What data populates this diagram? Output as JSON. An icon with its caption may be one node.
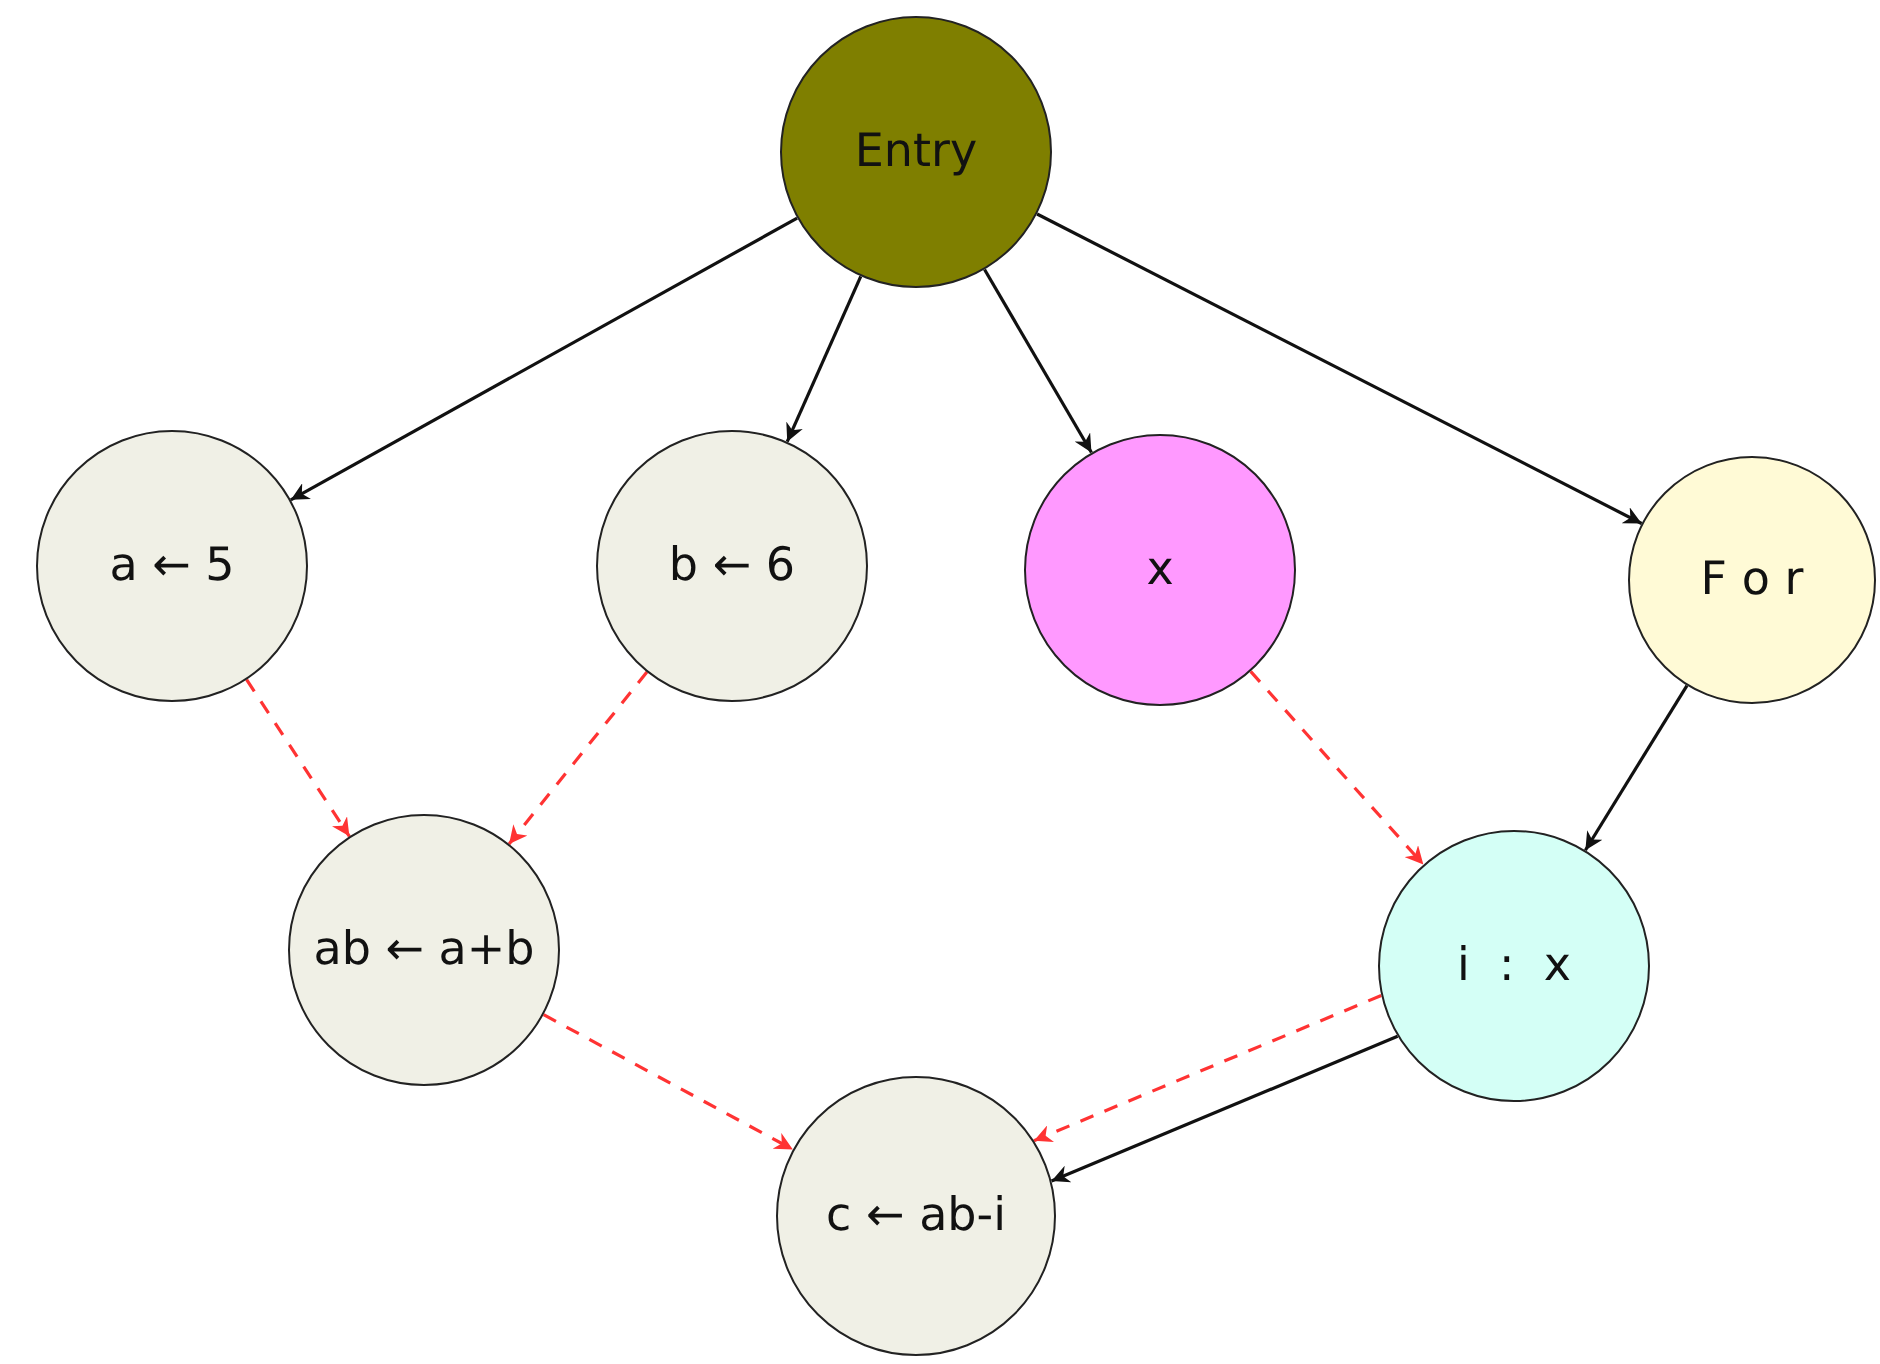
{
  "diagram": {
    "nodes": [
      {
        "text": [
          "Entry"
        ]
      },
      {
        "text": [
          "a ← 5"
        ]
      },
      {
        "text": [
          "b ← 6"
        ]
      },
      {
        "text": [
          "x"
        ]
      },
      {
        "text": [
          "F o r"
        ]
      },
      {
        "text": [
          "ab ← a+b"
        ]
      },
      {
        "text": [
          "i  :  x"
        ]
      },
      {
        "text": [
          "c ← ab-i"
        ]
      }
    ],
    "edges": [
      {
        "from": 0,
        "to": 1,
        "arrow": "to"
      },
      {
        "from": 0,
        "to": 2,
        "arrow": "to"
      },
      {
        "from": 0,
        "to": 3,
        "arrow": "to"
      },
      {
        "from": 0,
        "to": 4,
        "arrow": "to"
      },
      {
        "from": 1,
        "to": 5,
        "arrow": "to",
        "style": "dashed",
        "color": "#ff3333"
      },
      {
        "from": 2,
        "to": 5,
        "arrow": "to",
        "style": "dashed",
        "color": "#ff3333"
      },
      {
        "from": 3,
        "to": 6,
        "arrow": "to",
        "style": "dashed",
        "color": "#ff3333"
      },
      {
        "from": 4,
        "to": 6,
        "arrow": "to"
      },
      {
        "from": 5,
        "to": 7,
        "arrow": "to",
        "style": "dashed",
        "color": "#ff3333"
      },
      {
        "from": 6,
        "to": 7,
        "arrow": "to"
      },
      {
        "from": 6,
        "to": 7,
        "arrow": "to",
        "style": "dashed",
        "color": "#ff3333"
      }
    ]
  }
}
